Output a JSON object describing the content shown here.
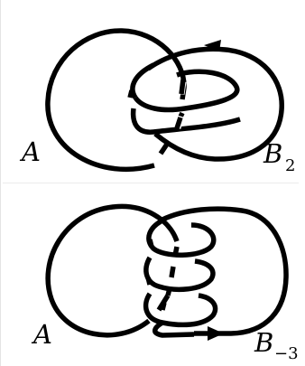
{
  "figure": {
    "top": {
      "left_label": "A",
      "right_label": "B",
      "right_subscript": "2"
    },
    "bottom": {
      "left_label": "A",
      "right_label": "B",
      "right_subscript": "−3"
    }
  }
}
